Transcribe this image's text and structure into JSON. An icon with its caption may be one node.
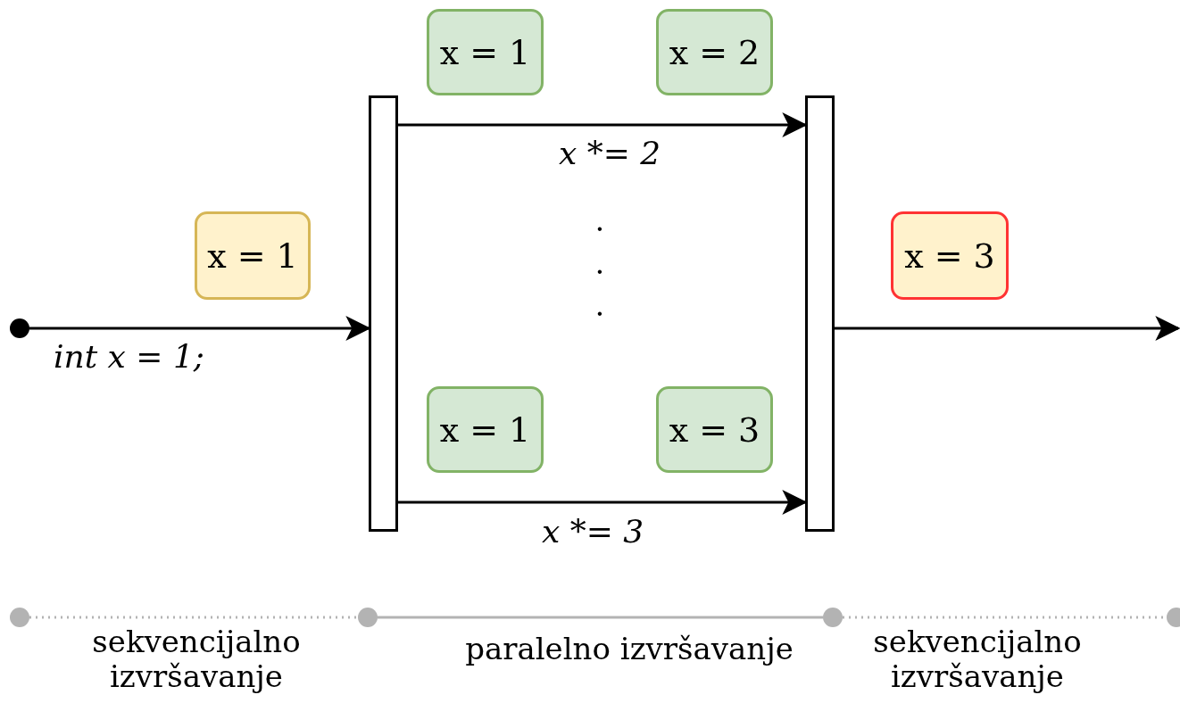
{
  "diagram": {
    "nodes": [
      {
        "text": [
          "x = 1"
        ]
      },
      {
        "text": [
          "x = 2"
        ]
      },
      {
        "text": [],
        "shape": "bar"
      },
      {
        "text": [],
        "shape": "bar"
      },
      {
        "text": [
          "x = 1"
        ]
      },
      {
        "text": [
          "x = 3"
        ]
      },
      {
        "text": [],
        "shape": "circle"
      },
      {
        "text": [
          "x = 1"
        ]
      },
      {
        "text": [
          "x = 3"
        ]
      },
      {
        "text": [],
        "shape": "circle"
      },
      {
        "text": [],
        "shape": "circle"
      },
      {
        "text": [],
        "shape": "circle"
      },
      {
        "text": [],
        "shape": "circle"
      }
    ],
    "edges": [
      {
        "from": 6,
        "to": 2,
        "arrow": "to",
        "label": "int x = 1;"
      },
      {
        "from": 2,
        "to": 3,
        "arrow": "to",
        "label": "x *= 2"
      },
      {
        "from": 2,
        "to": 3,
        "arrow": "to",
        "label": "x *= 3"
      },
      {
        "from": 3,
        "to": null,
        "arrow": "to"
      },
      {
        "from": 9,
        "to": 10,
        "arrow": "none",
        "style": "dashed",
        "color": "#b3b3b3"
      },
      {
        "from": 10,
        "to": 11,
        "arrow": "none",
        "color": "#b3b3b3"
      },
      {
        "from": 11,
        "to": 12,
        "arrow": "none",
        "style": "dashed",
        "color": "#b3b3b3"
      }
    ],
    "labels": [
      ".",
      ".",
      ".",
      "sekvencijalno izvršavanje",
      "paralelno izvršavanje",
      "sekvencijalno izvršavanje"
    ]
  }
}
